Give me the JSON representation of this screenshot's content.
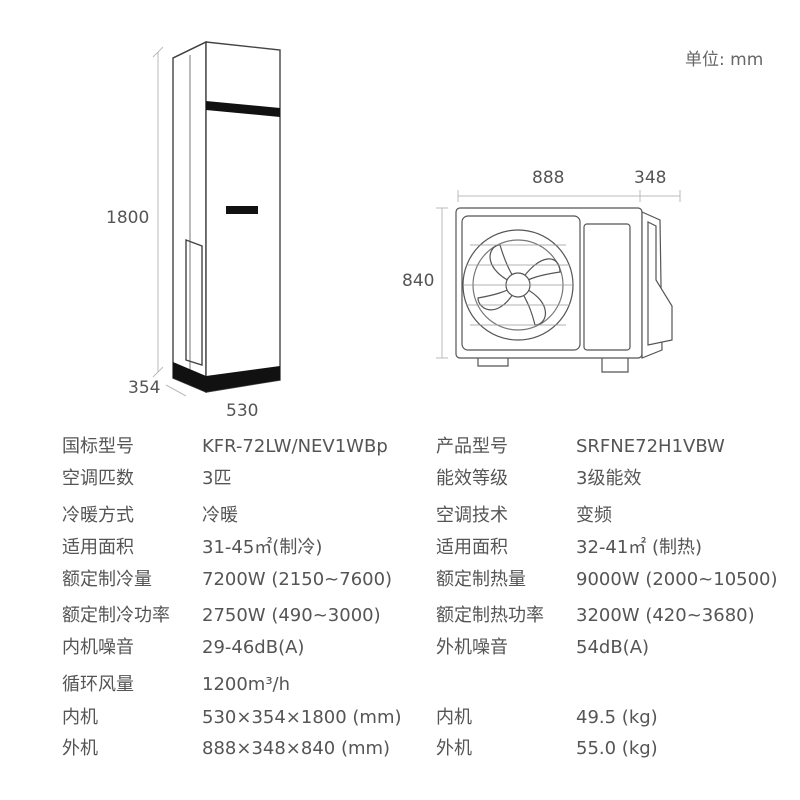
{
  "unit_label": "单位: mm",
  "indoor": {
    "height": "1800",
    "depth": "354",
    "width": "530"
  },
  "outdoor": {
    "width": "888",
    "depth": "348",
    "height": "840"
  },
  "specs": [
    {
      "k1": "国标型号",
      "v1": "KFR-72LW/NEV1WBp",
      "k2": "产品型号",
      "v2": "SRFNE72H1VBW"
    },
    {
      "k1": "空调匹数",
      "v1": "3匹",
      "k2": "能效等级",
      "v2": "3级能效"
    },
    {
      "k1": "冷暖方式",
      "v1": "冷暖",
      "k2": "空调技术",
      "v2": "变频"
    },
    {
      "k1": "适用面积",
      "v1": "31-45㎡(制冷)",
      "k2": "适用面积",
      "v2": "32-41㎡ (制热)"
    },
    {
      "k1": "额定制冷量",
      "v1": "7200W (2150~7600)",
      "k2": "额定制热量",
      "v2": "9000W (2000~10500)"
    },
    {
      "k1": "额定制冷功率",
      "v1": "2750W (490~3000)",
      "k2": "额定制热功率",
      "v2": "3200W (420~3680)"
    },
    {
      "k1": "内机噪音",
      "v1": "29-46dB(A)",
      "k2": "外机噪音",
      "v2": "54dB(A)"
    },
    {
      "k1": "循环风量",
      "v1": "1200m³/h",
      "k2": "",
      "v2": ""
    },
    {
      "k1": "内机",
      "v1": "530×354×1800 (mm)",
      "k2": "内机",
      "v2": "49.5 (kg)"
    },
    {
      "k1": "外机",
      "v1": "888×348×840 (mm)",
      "k2": "外机",
      "v2": "55.0 (kg)"
    }
  ]
}
